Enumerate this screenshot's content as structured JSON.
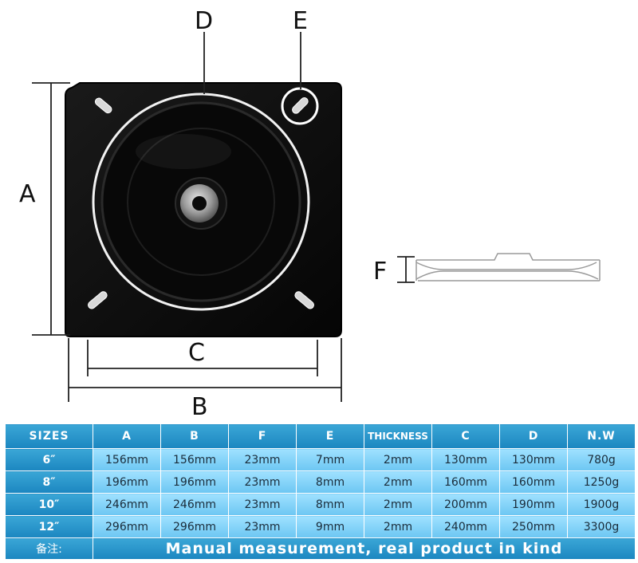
{
  "diagram": {
    "labels": {
      "a": "A",
      "b": "B",
      "c": "C",
      "d": "D",
      "e": "E",
      "f": "F"
    }
  },
  "colors": {
    "plate": "#0c0c0c",
    "table_header": "#1f8dc6",
    "table_cell": "#8fd7fb",
    "text_dark": "#1a2c3a"
  },
  "table": {
    "headers": [
      "SIZES",
      "A",
      "B",
      "F",
      "E",
      "THICKNESS",
      "C",
      "D",
      "N.W"
    ],
    "rows": [
      [
        "6″",
        "156mm",
        "156mm",
        "23mm",
        "7mm",
        "2mm",
        "130mm",
        "130mm",
        "780g"
      ],
      [
        "8″",
        "196mm",
        "196mm",
        "23mm",
        "8mm",
        "2mm",
        "160mm",
        "160mm",
        "1250g"
      ],
      [
        "10″",
        "246mm",
        "246mm",
        "23mm",
        "8mm",
        "2mm",
        "200mm",
        "190mm",
        "1900g"
      ],
      [
        "12″",
        "296mm",
        "296mm",
        "23mm",
        "9mm",
        "2mm",
        "240mm",
        "250mm",
        "3300g"
      ]
    ],
    "note_label": "备注:",
    "note_text": "Manual measurement, real product in kind"
  }
}
